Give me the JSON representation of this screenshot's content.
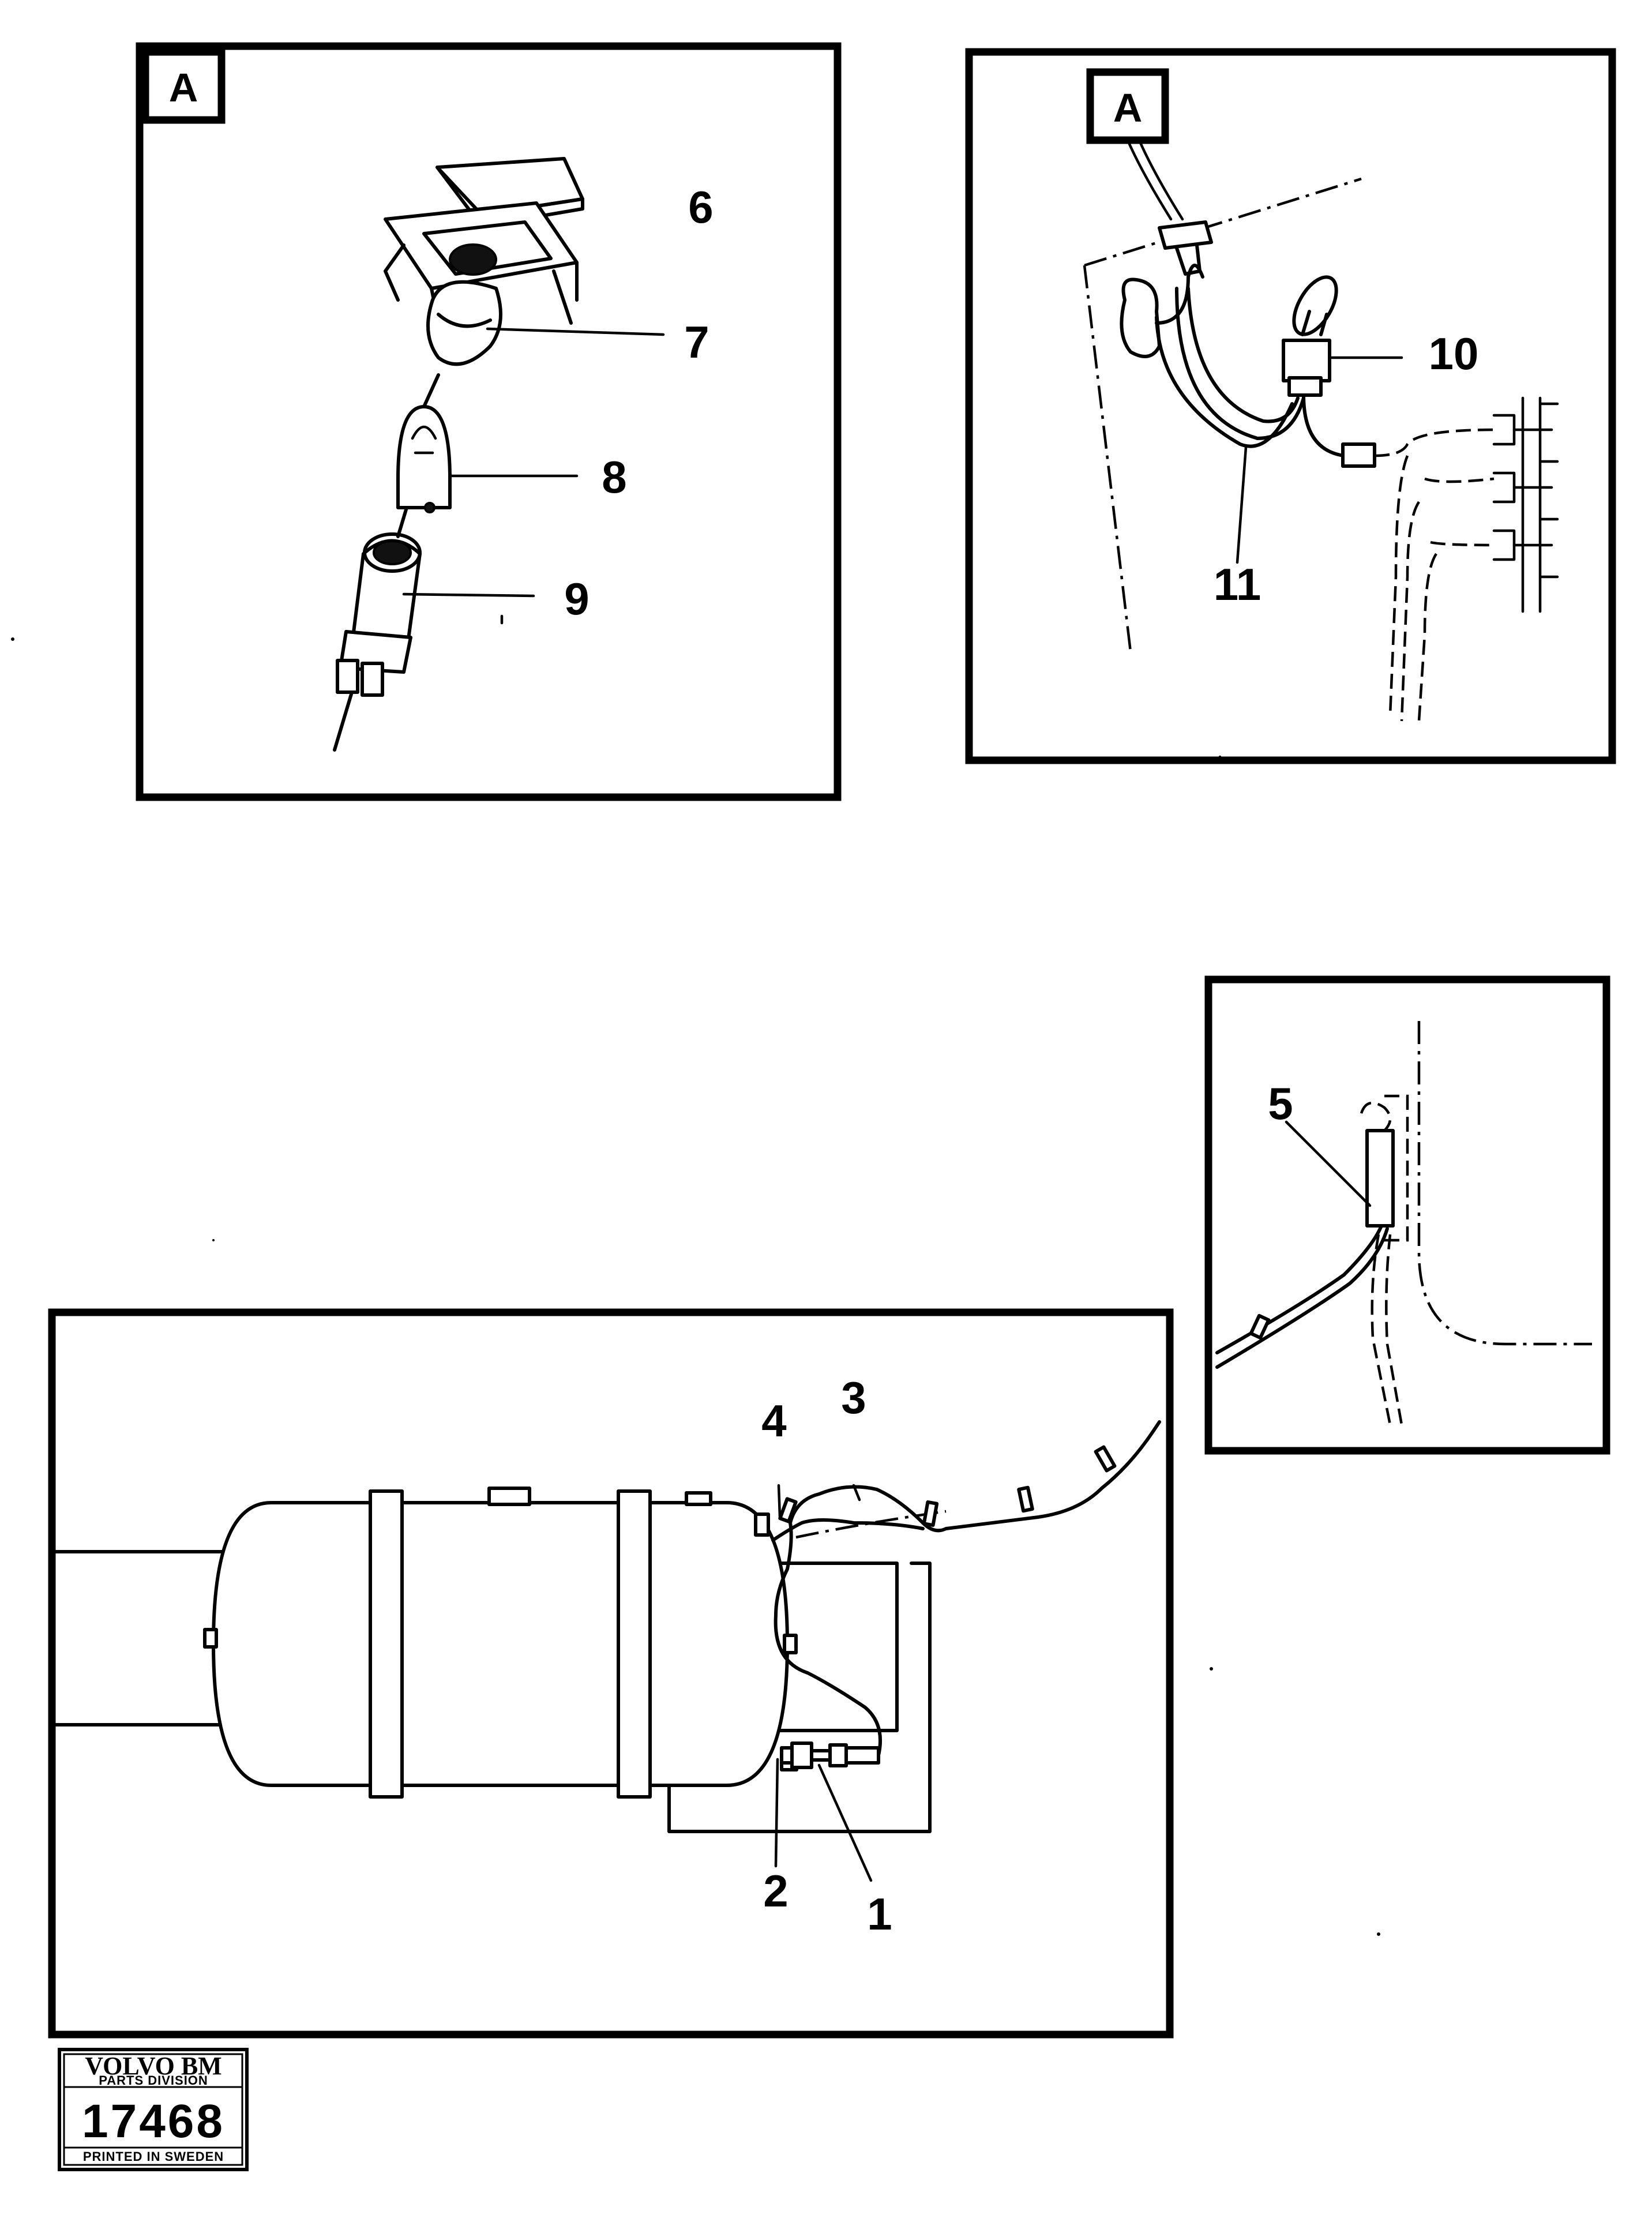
{
  "detail_markers": {
    "left": "A",
    "right": "A"
  },
  "callouts": {
    "1": "1",
    "2": "2",
    "3": "3",
    "4": "4",
    "5": "5",
    "6": "6",
    "7": "7",
    "8": "8",
    "9": "9",
    "10": "10",
    "11": "11"
  },
  "stamp": {
    "brand": "VOLVO BM",
    "division": "PARTS DIVISION",
    "number": "17468",
    "printed": "PRINTED IN SWEDEN"
  }
}
